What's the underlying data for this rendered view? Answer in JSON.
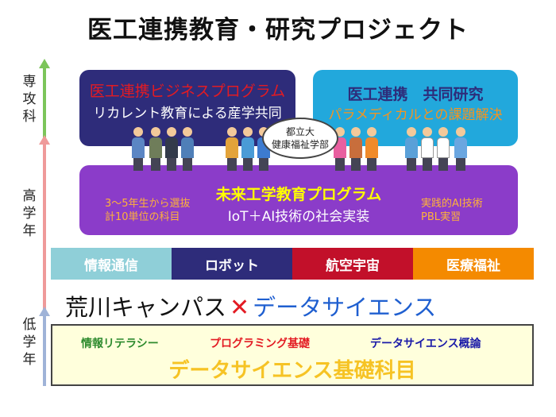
{
  "title": "医工連携教育・研究プロジェクト",
  "levels": {
    "top": "専攻科",
    "middle": "高学年",
    "bottom": "低学年"
  },
  "business": {
    "line1": "医工連携ビジネスプログラム",
    "line2": "リカレント教育による産学共同",
    "colors": {
      "bg": "#2e2c7a",
      "line1": "#e31b23",
      "line2": "#ffffff"
    }
  },
  "research": {
    "line1": "医工連携　共同研究",
    "line2": "パラメディカルとの課題解決",
    "colors": {
      "bg": "#22a8dc",
      "line1": "#2e2c7a",
      "line2": "#f7941d"
    }
  },
  "university": {
    "line1": "都立大",
    "line2": "健康福祉学部"
  },
  "future": {
    "title": "未来工学教育プログラム",
    "subtitle": "IoT＋AI技術の社会実装",
    "left_note1": "3～5年生から選抜",
    "left_note2": "計10単位の科目",
    "right_note1": "実践的AI技術",
    "right_note2": "PBL実習",
    "colors": {
      "bg": "#8b3cc9",
      "title": "#ffff00",
      "notes": "#ffb23a"
    }
  },
  "fields": [
    {
      "label": "情報通信",
      "color": "#8fcfd8"
    },
    {
      "label": "ロボット",
      "color": "#2e2c7a"
    },
    {
      "label": "航空宇宙",
      "color": "#c2102a"
    },
    {
      "label": "医療福祉",
      "color": "#f48a00"
    }
  ],
  "campus": {
    "left": "荒川キャンパス",
    "cross": "✕",
    "right": "データサイエンス"
  },
  "basic": {
    "item1": "情報リテラシー",
    "item2": "プログラミング基礎",
    "item3": "データサイエンス概論",
    "title": "データサイエンス基礎科目",
    "colors": {
      "item1": "#2e8b2e",
      "item2": "#e31b23",
      "item3": "#1a1aa8",
      "title": "#f6c324"
    }
  },
  "people": [
    {
      "color": "#5b86c4"
    },
    {
      "color": "#6f7d5a"
    },
    {
      "color": "#333a4a"
    },
    {
      "color": "#4f7fb8"
    },
    {
      "color": "#e3a33a"
    },
    {
      "color": "#4a9bd6"
    },
    {
      "color": "#3d7bd0"
    },
    {
      "color": "#e85fa0"
    },
    {
      "color": "#c86e3c"
    },
    {
      "color": "#f08a2a"
    },
    {
      "color": "#5aa0d8"
    },
    {
      "color": "#ffffff"
    },
    {
      "color": "#ffffff"
    },
    {
      "color": "#6aa6e0"
    }
  ]
}
